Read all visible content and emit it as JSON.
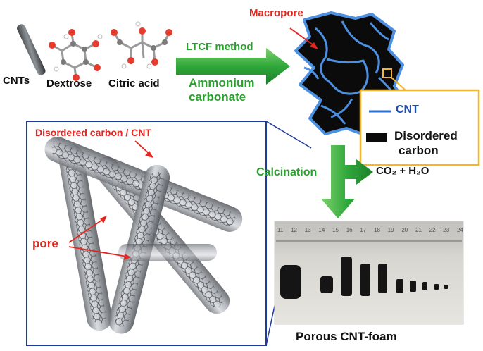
{
  "reagents": {
    "cnts": "CNTs",
    "dextrose": "Dextrose",
    "citric_acid": "Citric acid"
  },
  "process": {
    "method": "LTCF method",
    "agent_line1": "Ammonium",
    "agent_line2": "carbonate",
    "calcination": "Calcination",
    "byproducts": "CO₂ + H₂O"
  },
  "structure": {
    "macropore": "Macropore",
    "legend_cnt": "CNT",
    "legend_carbon_line1": "Disordered",
    "legend_carbon_line2": "carbon"
  },
  "zoom_panel": {
    "label": "Disordered carbon / CNT",
    "pore": "pore"
  },
  "photo": {
    "ruler_numbers": [
      "11",
      "12",
      "13",
      "14",
      "15",
      "16",
      "17",
      "18",
      "19",
      "20",
      "21",
      "22",
      "23",
      "24"
    ],
    "caption": "Porous CNT-foam"
  },
  "colors": {
    "green_arrow": "#3cb544",
    "red_text": "#e3261f",
    "blue_frame": "#1f3a9e",
    "legend_frame": "#f2b531",
    "cnt_line": "#2f6fc9"
  }
}
